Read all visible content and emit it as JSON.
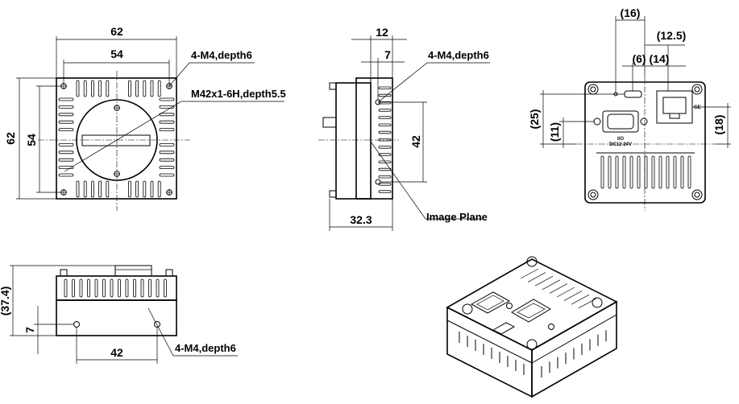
{
  "front_view": {
    "dim_width_outer": "62",
    "dim_width_inner": "54",
    "dim_height_outer": "62",
    "dim_height_inner": "54",
    "note_holes": "4-M4,depth6",
    "note_mount": "M42x1-6H,depth5.5"
  },
  "side_view": {
    "dim_top": "12",
    "dim_offset": "7",
    "dim_height": "42",
    "dim_length": "32.3",
    "note_holes": "4-M4,depth6",
    "note_plane": "Image Plane"
  },
  "rear_view": {
    "dim_a": "(16)",
    "dim_b": "(12.5)",
    "dim_c": "(6)",
    "dim_d": "(14)",
    "dim_e": "(25)",
    "dim_f": "(11)",
    "dim_g": "(18)",
    "io_label": "I/O",
    "power_label": "DC12-24V"
  },
  "bottom_view": {
    "dim_height": "(37.4)",
    "dim_offset": "7",
    "dim_spacing": "42",
    "note_holes": "4-M4,depth6"
  }
}
